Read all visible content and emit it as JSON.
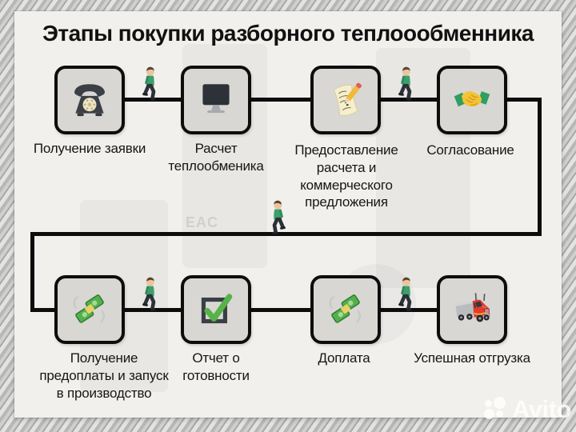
{
  "title": "Этапы покупки разборного теплоообменника",
  "background": {
    "ghost_label": "EAC"
  },
  "watermark": {
    "brand": "Avito"
  },
  "colors": {
    "line_black": "#0d0d0d",
    "card_bg": "#f1f0ed",
    "box_fill": "#d8d7d4",
    "walker_green": "#3da06b",
    "check_green": "#55b348",
    "money_green": "#53b04a",
    "truck_red": "#e23b2e",
    "handshake_yellow": "#f4c337",
    "watermark_white": "#ffffff"
  },
  "steps": [
    {
      "id": 1,
      "icon": "telephone-icon",
      "label": "Получение заявки"
    },
    {
      "id": 2,
      "icon": "monitor-icon",
      "label": "Расчет\nтеплообменика"
    },
    {
      "id": 3,
      "icon": "memo-pencil-icon",
      "label": "Предоставление\nрасчета и\nкоммерческого\nпредложения"
    },
    {
      "id": 4,
      "icon": "handshake-icon",
      "label": "Согласование"
    },
    {
      "id": 5,
      "icon": "money-icon",
      "label": "Получение\nпредоплаты и запуск\nв производство"
    },
    {
      "id": 6,
      "icon": "checkbox-icon",
      "label": "Отчет о\nготовности"
    },
    {
      "id": 7,
      "icon": "money-icon",
      "label": "Доплата"
    },
    {
      "id": 8,
      "icon": "truck-icon",
      "label": "Успешная отгрузка"
    }
  ]
}
